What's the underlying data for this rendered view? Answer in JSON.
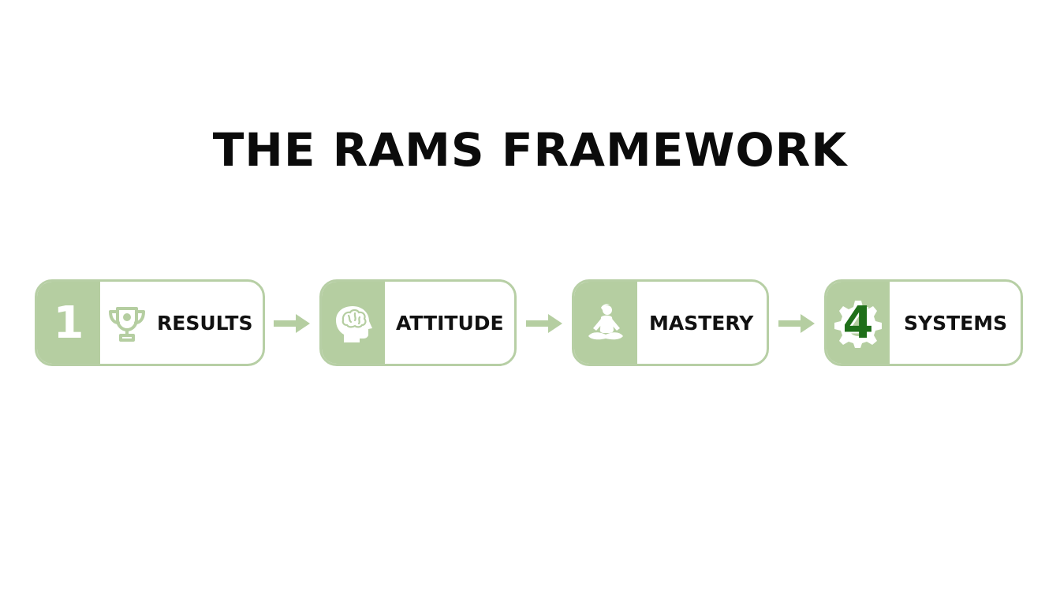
{
  "title": "THE RAMS FRAMEWORK",
  "colors": {
    "accent": "#b5cea1",
    "border": "#b7cfa5",
    "text": "#111111"
  },
  "steps": [
    {
      "number": "1",
      "label": "RESULTS",
      "icon": "trophy-icon"
    },
    {
      "number": "",
      "label": "ATTITUDE",
      "icon": "brain-head-icon"
    },
    {
      "number": "",
      "label": "MASTERY",
      "icon": "meditation-figure-icon"
    },
    {
      "number": "4",
      "label": "SYSTEMS",
      "icon": "gear-icon"
    }
  ]
}
